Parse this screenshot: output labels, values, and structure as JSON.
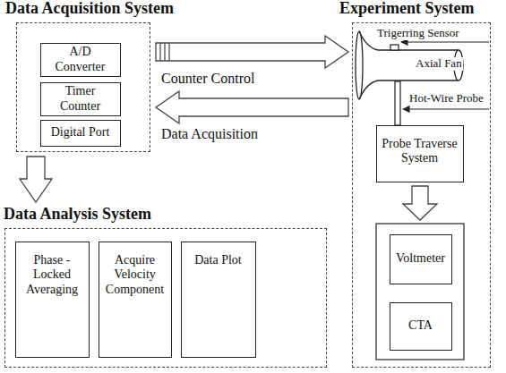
{
  "diagram": {
    "nodes": [
      {
        "text": [
          "Data Acquisition System"
        ]
      },
      {
        "text": [
          "A/D Converter"
        ],
        "in": 0
      },
      {
        "text": [
          "Timer Counter"
        ],
        "in": 0
      },
      {
        "text": [
          "Digital Port"
        ],
        "in": 0
      },
      {
        "text": [
          "Experiment System"
        ]
      },
      {
        "text": [
          "Probe Traverse System"
        ],
        "in": 4
      },
      {
        "text": [
          "Voltmeter"
        ],
        "in": 4
      },
      {
        "text": [
          "CTA"
        ],
        "in": 4
      },
      {
        "text": [
          "Data Analysis System"
        ]
      },
      {
        "text": [
          "Phase - Locked Averaging"
        ],
        "in": 8
      },
      {
        "text": [
          "Acquire Velocity Component"
        ],
        "in": 8
      },
      {
        "text": [
          "Data Plot"
        ],
        "in": 8
      }
    ],
    "edges": [
      {
        "from": 0,
        "to": 4,
        "label": "Counter Control",
        "arrow": "to"
      },
      {
        "from": 4,
        "to": 0,
        "label": "Data Acquisition",
        "arrow": "to"
      },
      {
        "from": 0,
        "to": 8,
        "arrow": "to"
      }
    ],
    "labels": [
      "Trigerring Sensor",
      "Axial Fan",
      "Hot-Wire Probe"
    ]
  }
}
